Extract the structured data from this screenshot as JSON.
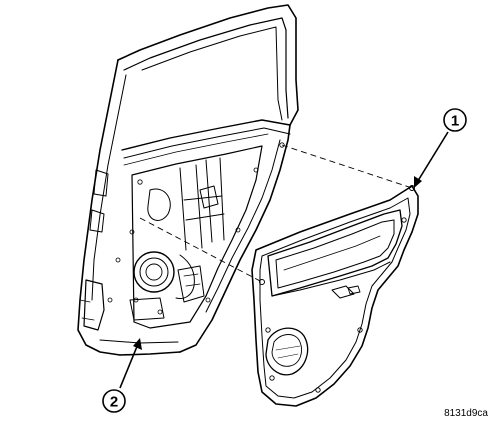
{
  "callouts": [
    {
      "id": "1",
      "label": "1"
    },
    {
      "id": "2",
      "label": "2"
    }
  ],
  "figure_id": "8131d9ca",
  "colors": {
    "line": "#000000",
    "background": "#ffffff"
  }
}
